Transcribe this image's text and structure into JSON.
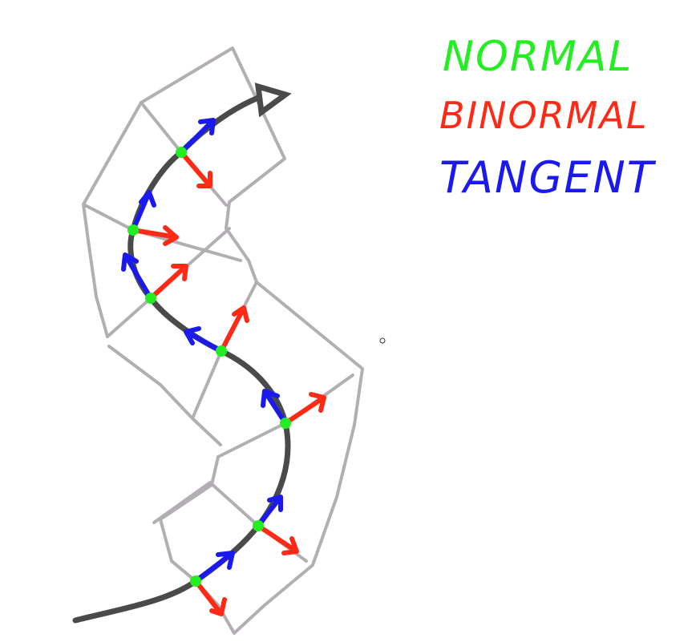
{
  "legend": {
    "normal": {
      "label": "NORMAL",
      "color": "#22ee22"
    },
    "binormal": {
      "label": "BINORMAL",
      "color": "#ff2a16"
    },
    "tangent": {
      "label": "TANGENT",
      "color": "#1a1aee"
    }
  },
  "colors": {
    "curve": "#4a4a4a",
    "frame_grid": "#b3aeb3",
    "background": "#ffffff"
  }
}
